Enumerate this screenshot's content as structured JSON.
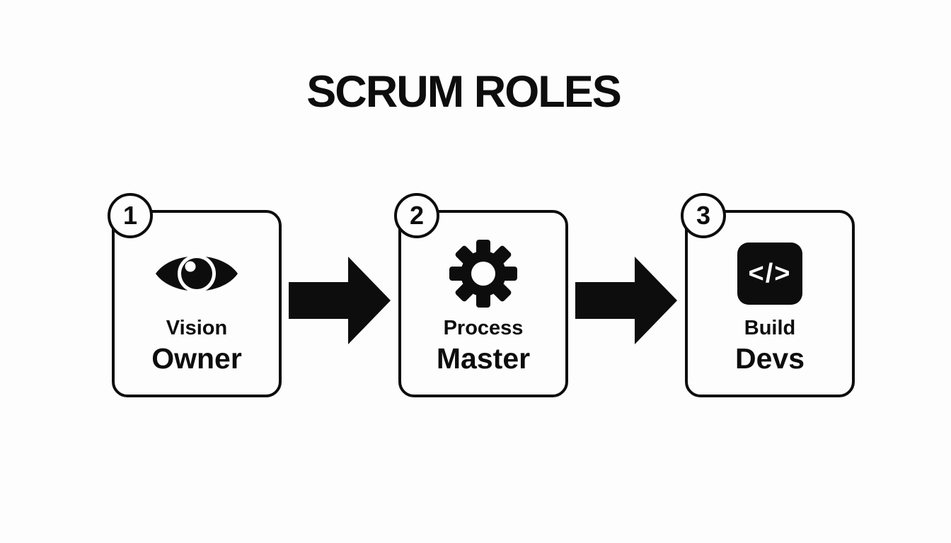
{
  "title": "SCRUM ROLES",
  "colors": {
    "ink": "#0d0d0d",
    "background": "#fdfdfd",
    "icon_glyph_white": "#ffffff"
  },
  "flow": {
    "direction": "left-to-right",
    "connector_icon": "arrow-right-icon",
    "steps": [
      {
        "number": "1",
        "icon": "eye-icon",
        "label_top": "Vision",
        "label_bottom": "Owner"
      },
      {
        "number": "2",
        "icon": "gear-icon",
        "label_top": "Process",
        "label_bottom": "Master"
      },
      {
        "number": "3",
        "icon": "code-icon",
        "code_glyph": "</>",
        "label_top": "Build",
        "label_bottom": "Devs"
      }
    ]
  }
}
